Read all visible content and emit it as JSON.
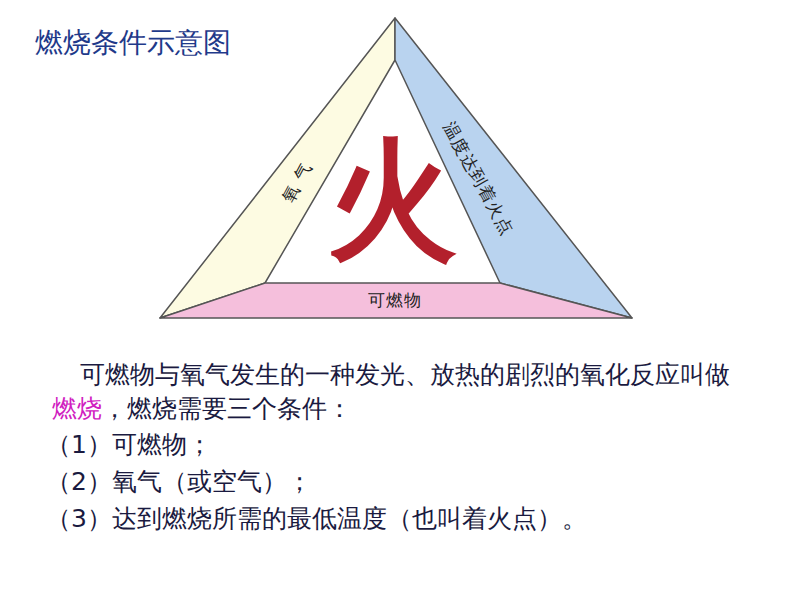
{
  "diagram": {
    "title": "燃烧条件示意图",
    "nodes": [
      {
        "text": [
          "氧 气"
        ]
      },
      {
        "text": [
          "温度达到着火点"
        ]
      },
      {
        "text": [
          "可燃物"
        ]
      }
    ],
    "labels": [
      "火",
      "可燃物与氧气发生的一种发光、放热的剧烈的氧化反应叫做",
      "燃烧",
      "，燃烧需要三个条件：",
      "（1）可燃物；",
      "（2）氧气（或空气）；",
      "（3）达到燃烧所需的最低温度（也叫着火点）。"
    ]
  }
}
